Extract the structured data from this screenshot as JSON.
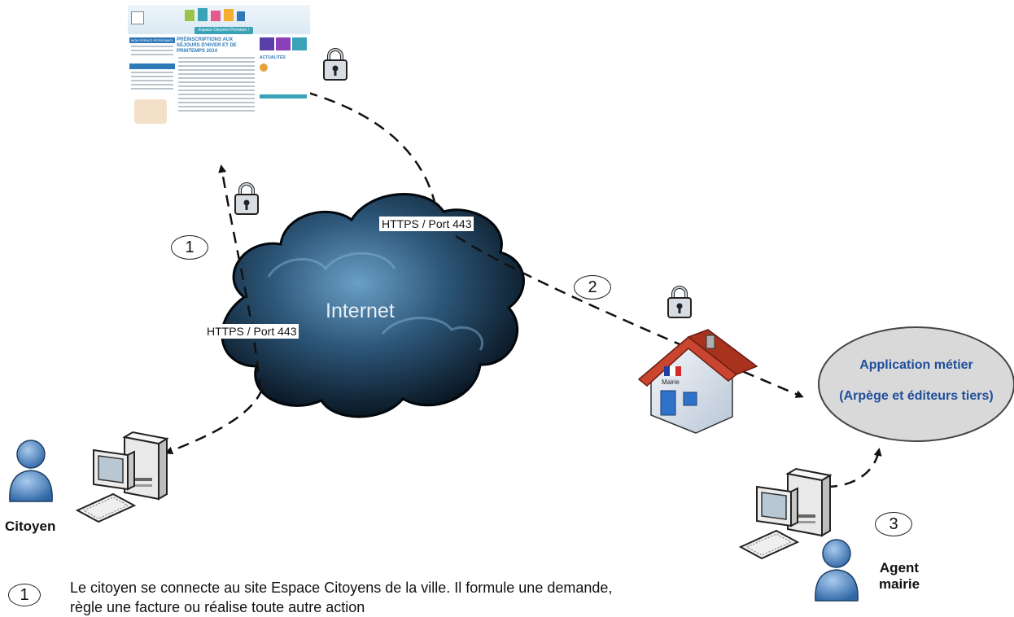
{
  "cloud": {
    "label": "Internet"
  },
  "links": {
    "https_top": "HTTPS / Port 443",
    "https_left": "HTTPS / Port 443"
  },
  "steps": {
    "one": "1",
    "two": "2",
    "three": "3"
  },
  "actors": {
    "citizen": "Citoyen",
    "agent_line1": "Agent",
    "agent_line2": "mairie"
  },
  "town_hall": {
    "sign": "Mairie"
  },
  "application": {
    "line1": "Application métier",
    "line2": "(Arpège et éditeurs tiers)"
  },
  "website": {
    "banner": "Espace Citoyens Premium !",
    "headline": "PRÉINSCRIPTIONS AUX SÉJOURS D'HIVER ET DE PRINTEMPS 2014",
    "sidebar_title": "MON ESPACE PERSONNEL",
    "news_title": "ACTUALITÉS"
  },
  "legend": {
    "number": "1",
    "text_line1": "Le citoyen se connecte au site Espace Citoyens de la ville. Il formule une demande,",
    "text_line2": "règle une facture ou réalise toute autre action"
  },
  "colors": {
    "cloud_dark": "#0b1c2c",
    "cloud_light": "#5b8fb5",
    "person_blue": "#4f86c0",
    "roof": "#c9452f",
    "app_fill": "#d9d9d9",
    "app_text": "#1f4e9a"
  },
  "icons": [
    "padlock-icon",
    "computer-icon",
    "person-icon",
    "house-icon",
    "cloud-icon"
  ]
}
